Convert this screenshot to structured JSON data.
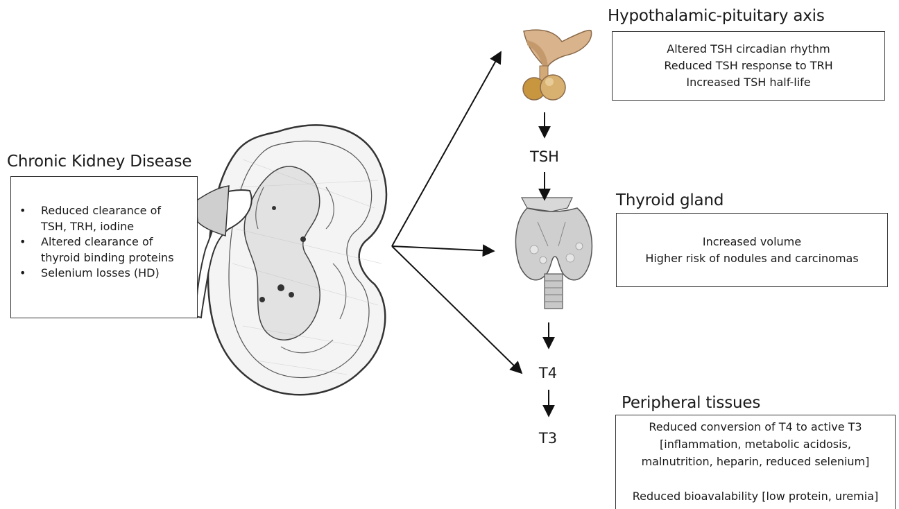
{
  "ckd": {
    "title": "Chronic Kidney Disease",
    "items": [
      [
        "Reduced clearance of",
        "TSH, TRH, iodine"
      ],
      [
        "Altered clearance of",
        "thyroid binding proteins"
      ],
      [
        "Selenium losses (HD)"
      ]
    ]
  },
  "hpa": {
    "title": "Hypothalamic-pituitary axis",
    "lines": [
      "Altered TSH circadian rhythm",
      "Reduced TSH response to TRH",
      "Increased TSH half-life"
    ]
  },
  "thyroid": {
    "title": "Thyroid gland",
    "lines": [
      "Increased volume",
      "Higher risk of nodules and carcinomas"
    ]
  },
  "peripheral": {
    "title": "Peripheral tissues",
    "lines": [
      "Reduced conversion of T4 to active T3",
      "[inflammation, metabolic acidosis,",
      "malnutrition, heparin, reduced selenium]",
      "",
      "Reduced bioavalability [low protein, uremia]"
    ]
  },
  "hormones": {
    "tsh": "TSH",
    "t4": "T4",
    "t3": "T3"
  }
}
